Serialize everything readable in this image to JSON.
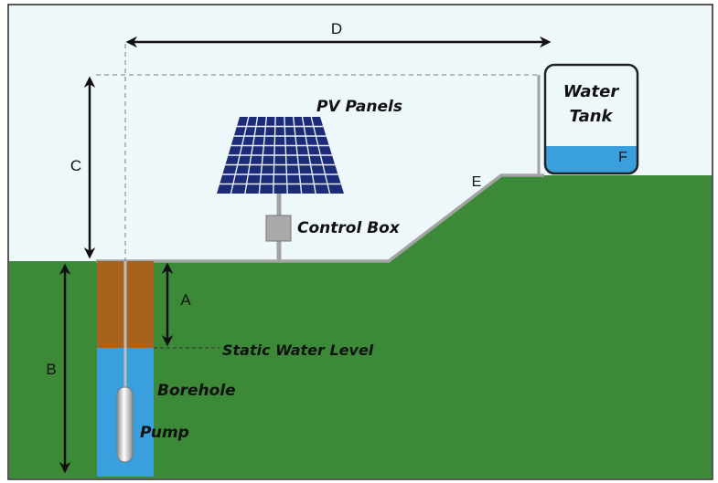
{
  "labels": {
    "dimension_a": "A",
    "dimension_b": "B",
    "dimension_c": "C",
    "dimension_d": "D",
    "slope_e": "E",
    "tank_level_f": "F",
    "pv_panels": "PV Panels",
    "control_box": "Control Box",
    "water_tank_line1": "Water",
    "water_tank_line2": "Tank",
    "static_water_level": "Static Water Level",
    "borehole": "Borehole",
    "pump": "Pump"
  },
  "colors": {
    "sky": "#eef8fb",
    "ground": "#3c8a38",
    "soil": "#a8621c",
    "water": "#3aa0dd",
    "pipe": "#a3a3a3",
    "panel": "#1c2c78",
    "arrow": "#111111"
  },
  "icons": {
    "pv_array": "solar-panel-icon",
    "control_box": "control-box-icon",
    "pump": "submersible-pump-icon",
    "tank": "water-tank-icon"
  }
}
